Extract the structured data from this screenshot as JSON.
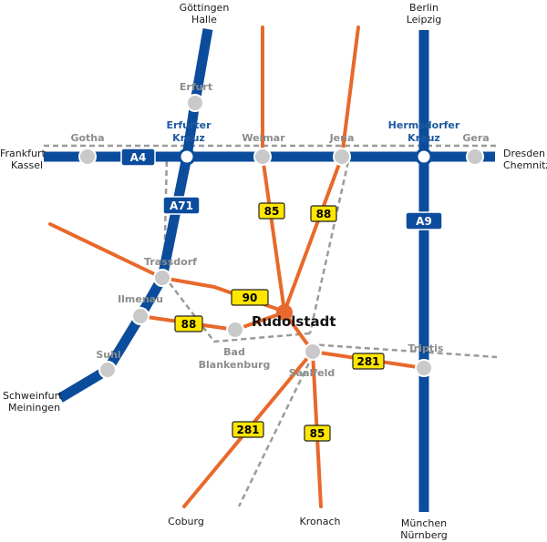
{
  "colors": {
    "autobahn": "#0b4c9c",
    "bundesstrasse": "#e8692b",
    "rail": "#9a9a9a",
    "town_node_fill": "#c9c9c9",
    "label_yellow": "#ffe600"
  },
  "destinations": {
    "north_a71": [
      "Göttingen",
      "Halle"
    ],
    "north_a9": [
      "Berlin",
      "Leipzig"
    ],
    "west_a4": [
      "Frankfurt",
      "Kassel"
    ],
    "east_a4": [
      "Dresden",
      "Chemnitz"
    ],
    "southwest_a71": [
      "Schweinfurt",
      "Meiningen"
    ],
    "south_coburg": "Coburg",
    "south_kronach": "Kronach",
    "south_a9": [
      "München",
      "Nürnberg"
    ]
  },
  "towns": {
    "erfurt": "Erfurt",
    "gotha": "Gotha",
    "weimar": "Weimar",
    "jena": "Jena",
    "gera": "Gera",
    "trassdorf": "Trassdorf",
    "ilmenau": "Ilmenau",
    "suhl": "Suhl",
    "bad_blankenburg": [
      "Bad",
      "Blankenburg"
    ],
    "saalfeld": "Saalfeld",
    "triptis": "Triptis"
  },
  "interchanges": {
    "erfurter_kreuz": [
      "Erfurter",
      "Kreuz"
    ],
    "hermsdorfer_kreuz": [
      "Hermsdorfer",
      "Kreuz"
    ]
  },
  "main_city": "Rudolstadt",
  "highway_labels": {
    "a4": "A4",
    "a71": "A71",
    "a9": "A9"
  },
  "road_labels": {
    "b85_north": "85",
    "b88_north": "88",
    "b90": "90",
    "b88_west": "88",
    "b281_east": "281",
    "b281_south": "281",
    "b85_south": "85"
  }
}
